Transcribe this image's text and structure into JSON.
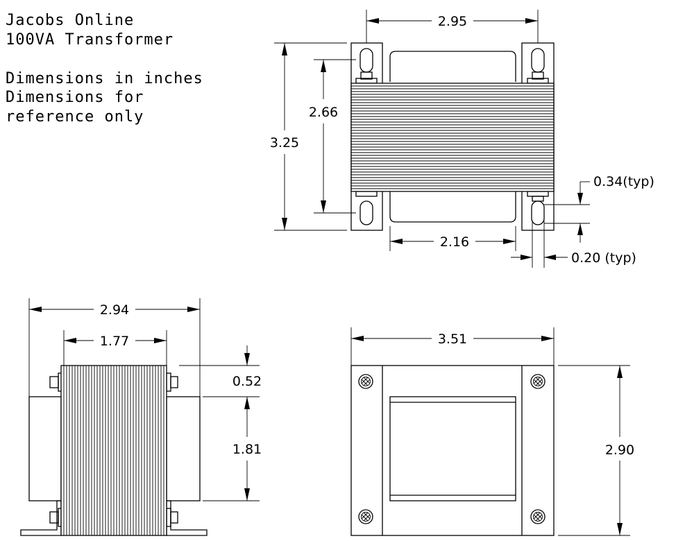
{
  "notes": {
    "line1": "Jacobs Online",
    "line2": "100VA Transformer",
    "line3": "Dimensions in inches",
    "line4": "Dimensions for",
    "line5": "reference only"
  },
  "dims": {
    "top_width": "2.95",
    "top_height": "3.25",
    "slot_spacing": "2.66",
    "window_width": "2.16",
    "slot_length": "0.34(typ)",
    "slot_width": "0.20 (typ)",
    "side_width": "2.94",
    "side_core_width": "1.77",
    "side_foot": "0.52",
    "side_window": "1.81",
    "front_width": "3.51",
    "front_height": "2.90"
  }
}
